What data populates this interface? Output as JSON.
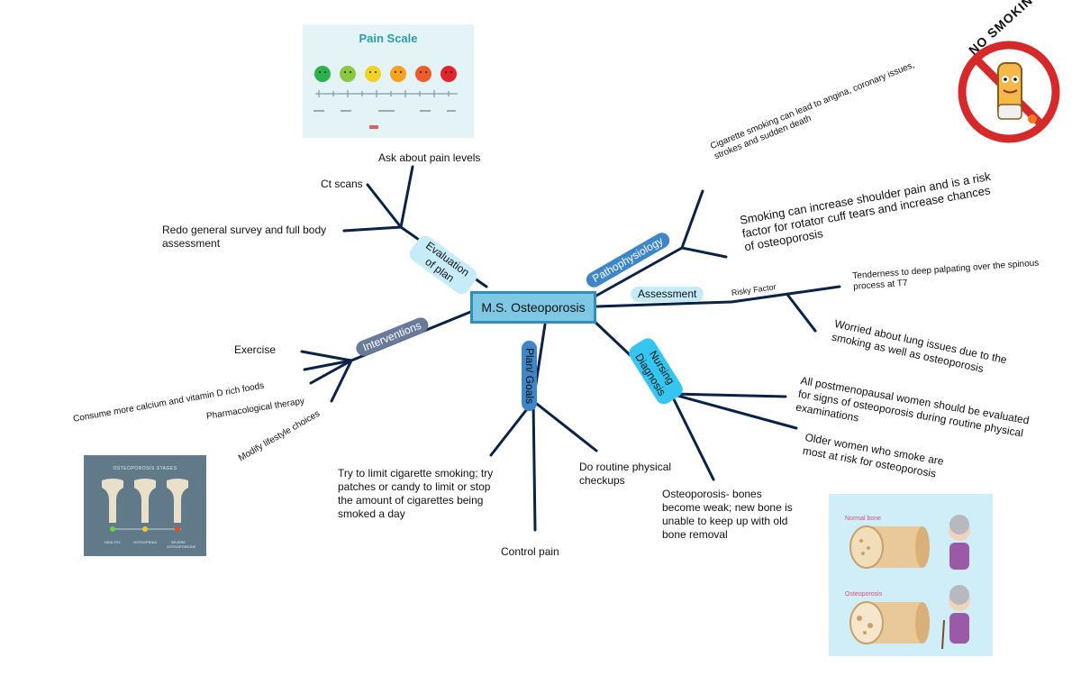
{
  "center": {
    "label": "M.S. Osteoporosis"
  },
  "colors": {
    "center_fill": "#7ec8e3",
    "branch": "#0b2247",
    "light_pill": "#c7ecf9",
    "blue_pill": "#3f86c8",
    "slate_pill": "#6a7b99",
    "cyan_pill": "#34c6f0"
  },
  "branches": {
    "evaluation": {
      "label": "Evaluation of plan",
      "items": [
        "Ask about pain levels",
        "Ct scans",
        "Redo general survey and full body assessment"
      ]
    },
    "pathophysiology": {
      "label": "Pathophysiology",
      "items": [
        "Cigarette smoking can lead to angina, coronary issues, strokes and sudden death",
        "Smoking can increase shoulder pain and is a risk factor for rotator cuff tears and increase chances of osteoporosis"
      ]
    },
    "assessment": {
      "label": "Assessment",
      "sublabel": "Risky Factor",
      "items": [
        "Tenderness to deep palpating over the spinous process at T7",
        "Worried about lung issues due to the smoking as well as osteoporosis"
      ]
    },
    "interventions": {
      "label": "Interventions",
      "items": [
        "Exercise",
        "Consume more calcium and vitamin D rich foods",
        "Pharmacological therapy",
        "Modify lifestyle choices"
      ]
    },
    "plan_goals": {
      "label": "Plan/ Goals",
      "items": [
        "Try to limit cigarette smoking; try patches or candy to limit or stop the amount of cigarettes being smoked a day",
        "Do routine physical checkups",
        "Control pain"
      ]
    },
    "nursing": {
      "label": "Nursing Diagnosis",
      "items": [
        "All postmenopausal women should be evaluated for signs of osteoporosis during routine physical examinations",
        "Older women who smoke are most at risk for osteoporosis",
        "Osteoporosis- bones become weak; new bone is unable to keep up with old bone removal"
      ]
    }
  },
  "images": {
    "pain_scale": {
      "title": "Pain Scale"
    },
    "no_smoking": {
      "text": "NO SMOKING"
    },
    "stages": {
      "title": "OSTEOPOROSIS STAGES",
      "labels": [
        "HEALTHY",
        "OSTEOPENIA",
        "SEVERE OSTEOPOROSIS"
      ]
    },
    "bones": {
      "normal": "Normal bone",
      "osteo": "Osteoporosis"
    }
  }
}
